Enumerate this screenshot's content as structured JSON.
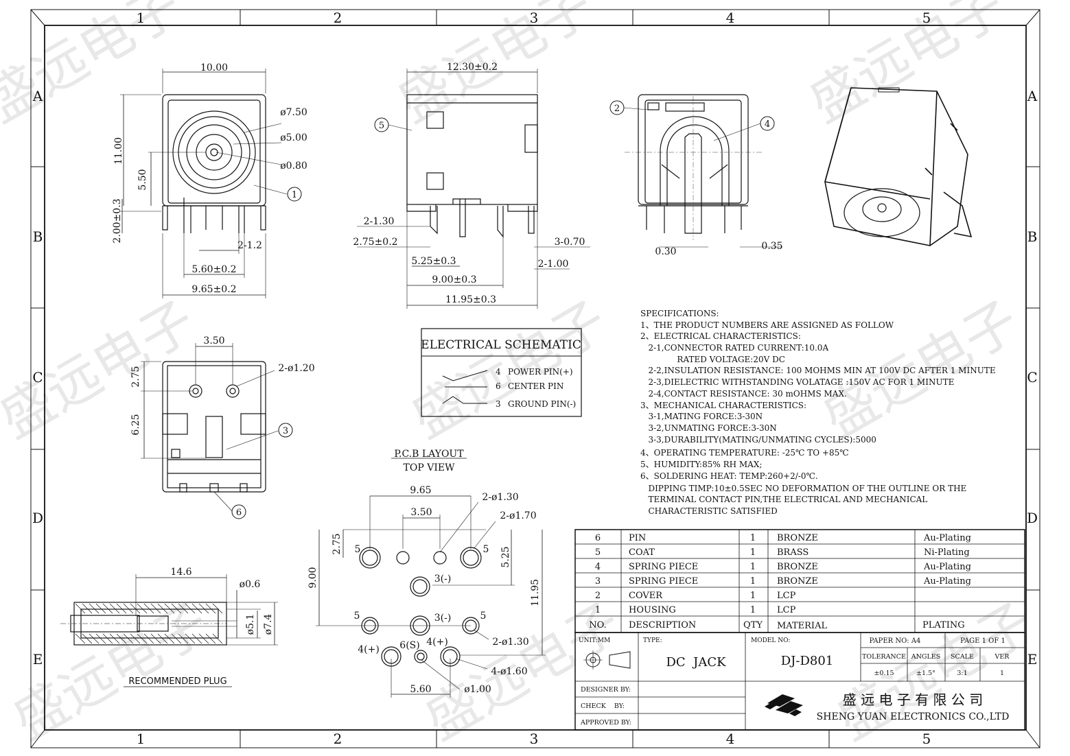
{
  "grid": {
    "cols": [
      "1",
      "2",
      "3",
      "4",
      "5"
    ],
    "rows": [
      "A",
      "B",
      "C",
      "D",
      "E"
    ]
  },
  "watermark": "盛远电子",
  "front_view": {
    "width": "10.00",
    "height": "11.00",
    "center_height": "5.50",
    "pin_height": "2.00±0.3",
    "d1": "ø7.50",
    "d2": "ø5.00",
    "d3": "ø0.80",
    "pin_w": "2-1.2",
    "pin_span": "5.60±0.2",
    "base_w": "9.65±0.2",
    "balloon": "1"
  },
  "side_view": {
    "width": "12.30±0.2",
    "balloon": "5",
    "pin_a": "2-1.30",
    "pin_b": "2.75±0.2",
    "pin_c": "5.25±0.3",
    "pin_d": "9.00±0.3",
    "pin_e": "11.95±0.3",
    "pin_f": "3-0.70",
    "pin_g": "2-1.00"
  },
  "rear_view": {
    "balloon_a": "2",
    "balloon_b": "4",
    "dim_a": "0.30",
    "dim_b": "0.35"
  },
  "bottom_view": {
    "width": "3.50",
    "d_hole": "2-ø1.20",
    "h1": "2.75",
    "h2": "6.25",
    "balloon_a": "3",
    "balloon_b": "6"
  },
  "schematic": {
    "title": "ELECTRICAL SCHEMATIC",
    "pins": [
      {
        "num": "4",
        "label": "POWER PIN(+)"
      },
      {
        "num": "6",
        "label": "CENTER PIN"
      },
      {
        "num": "3",
        "label": "GROUND PIN(-)"
      }
    ]
  },
  "pcb": {
    "title": "P.C.B LAYOUT",
    "subtitle": "TOP VIEW",
    "w1": "9.65",
    "w2": "3.50",
    "h1": "2.75",
    "h2": "9.00",
    "h3": "5.25",
    "h4": "11.95",
    "d_a": "2-ø1.30",
    "d_b": "2-ø1.70",
    "d_c": "2-ø1.30",
    "d_d": "4-ø1.60",
    "d_e": "ø1.00",
    "w_bottom": "5.60",
    "lbl_5": "5",
    "lbl_3": "3(-)",
    "lbl_4": "4(+)",
    "lbl_6": "6(S)"
  },
  "plug": {
    "length": "14.6",
    "d1": "ø0.6",
    "d2": "ø5.1",
    "d3": "ø7.4",
    "caption": "RECOMMENDED   PLUG"
  },
  "specs": [
    "SPECIFICATIONS:",
    "1、THE PRODUCT NUMBERS ARE ASSIGNED AS FOLLOW",
    "2、ELECTRICAL CHARACTERISTICS:",
    "   2-1,CONNECTOR RATED CURRENT:10.0A",
    "              RATED VOLTAGE:20V DC",
    "   2-2,INSULATION RESISTANCE: 100 MOHMS MIN AT 100V DC AFTER 1 MINUTE",
    "   2-3,DIELECTRIC WITHSTANDING VOLATAGE :150V AC FOR 1 MINUTE",
    "   2-4,CONTACT RESISTANCE: 30 mOHMS MAX.",
    "3、MECHANICAL CHARACTERISTICS:",
    "   3-1,MATING FORCE:3-30N",
    "   3-2,UNMATING FORCE:3-30N",
    "   3-3,DURABILITY(MATING/UNMATING CYCLES):5000",
    "4、OPERATING TEMPERATURE: -25℃ TO +85℃",
    "5、HUMIDITY:85% RH MAX;",
    "6、SOLDERING HEAT: TEMP:260+2/-0℃.",
    "   DIPPING TIMP:10±0.5SEC NO DEFORMATION OF THE OUTLINE OR THE",
    "   TERMINAL CONTACT PIN,THE ELECTRICAL AND MECHANICAL",
    "   CHARACTERISTIC SATISFIED"
  ],
  "bom": {
    "rows": [
      {
        "no": "6",
        "desc": "PIN",
        "qty": "1",
        "mat": "BRONZE",
        "plating": "Au-Plating"
      },
      {
        "no": "5",
        "desc": "COAT",
        "qty": "1",
        "mat": "BRASS",
        "plating": "Ni-Plating"
      },
      {
        "no": "4",
        "desc": "SPRING PIECE",
        "qty": "1",
        "mat": "BRONZE",
        "plating": "Au-Plating"
      },
      {
        "no": "3",
        "desc": "SPRING PIECE",
        "qty": "1",
        "mat": "BRONZE",
        "plating": "Au-Plating"
      },
      {
        "no": "2",
        "desc": "COVER",
        "qty": "1",
        "mat": "LCP",
        "plating": ""
      },
      {
        "no": "1",
        "desc": "HOUSING",
        "qty": "1",
        "mat": "LCP",
        "plating": ""
      }
    ],
    "header": {
      "no": "NO.",
      "desc": "DESCRIPTION",
      "qty": "QTY",
      "mat": "MATERIAL",
      "plating": "PLATING"
    }
  },
  "title_block": {
    "unit_label": "UNIT:MM",
    "type_label": "TYPE:",
    "type_value": "DC  JACK",
    "model_label": "MODEL NO:",
    "model_value": "DJ-D801",
    "paper": "PAPER NO: A4",
    "page": "PAGE 1 OF 1",
    "tol_label": "TOLERANCE",
    "ang_label": "ANGLES",
    "scale_label": "SCALE",
    "ver_label": "VER",
    "tol_value": "±0.15",
    "ang_value": "±1.5°",
    "scale_value": "3:1",
    "ver_value": "1",
    "designer": "DESIGNER BY:",
    "check": "CHECK    BY:",
    "approved": "APPROVED BY:",
    "company_cn": "盛 远 电 子 有 限 公 司",
    "company_en": "SHENG YUAN ELECTRONICS CO.,LTD"
  }
}
